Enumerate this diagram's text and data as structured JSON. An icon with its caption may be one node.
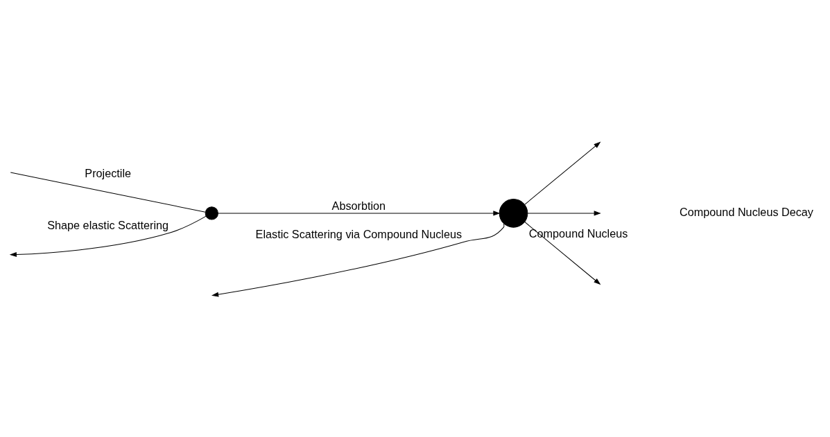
{
  "diagram": {
    "nodes": [
      {
        "text": [],
        "shape": "point"
      },
      {
        "text": [
          "Compound Nucleus"
        ]
      }
    ],
    "edges": [
      {
        "from": null,
        "to": 0,
        "arrow": "none",
        "label": "Projectile"
      },
      {
        "from": 0,
        "to": 1,
        "arrow": "to",
        "label": "Absorbtion"
      },
      {
        "from": 0,
        "to": null,
        "arrow": "to",
        "label": "Shape elastic Scattering"
      },
      {
        "from": 1,
        "to": null,
        "arrow": "to",
        "label": "Elastic Scattering via Compound Nucleus"
      },
      {
        "from": 1,
        "to": null,
        "arrow": "to"
      },
      {
        "from": 1,
        "to": null,
        "arrow": "to"
      },
      {
        "from": 1,
        "to": null,
        "arrow": "to"
      }
    ],
    "labels": [
      "Compound Nucleus Decay"
    ]
  }
}
